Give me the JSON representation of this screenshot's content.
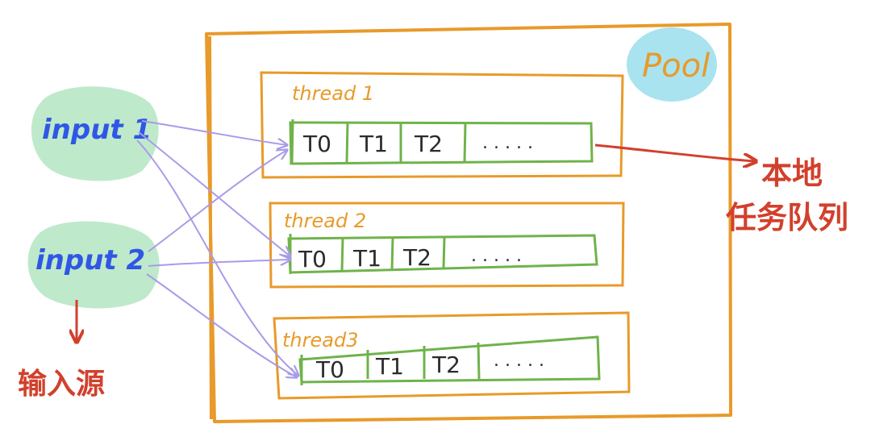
{
  "pool": {
    "label": "Pool",
    "border_color": "#e89a2a",
    "badge_color": "#a9e3ef"
  },
  "inputs": [
    {
      "label": "input 1",
      "blob_color": "#bfe9cb",
      "text_color": "#2f57e6"
    },
    {
      "label": "input 2",
      "blob_color": "#bfe9cb",
      "text_color": "#2f57e6"
    }
  ],
  "input_source_label": "输入源",
  "local_queue_label": [
    "本地",
    "任务队列"
  ],
  "threads": [
    {
      "label": "thread 1",
      "tasks": [
        "T0",
        "T1",
        "T2",
        ". . . . ."
      ]
    },
    {
      "label": "thread 2",
      "tasks": [
        "T0",
        "T1",
        "T2",
        ". . . . ."
      ]
    },
    {
      "label": "thread3",
      "tasks": [
        "T0",
        "T1",
        "T2",
        ". . . . ."
      ]
    }
  ],
  "colors": {
    "queue_stroke": "#6fb34a",
    "arrow_purple": "#a99be8",
    "arrow_red": "#d2402c"
  }
}
